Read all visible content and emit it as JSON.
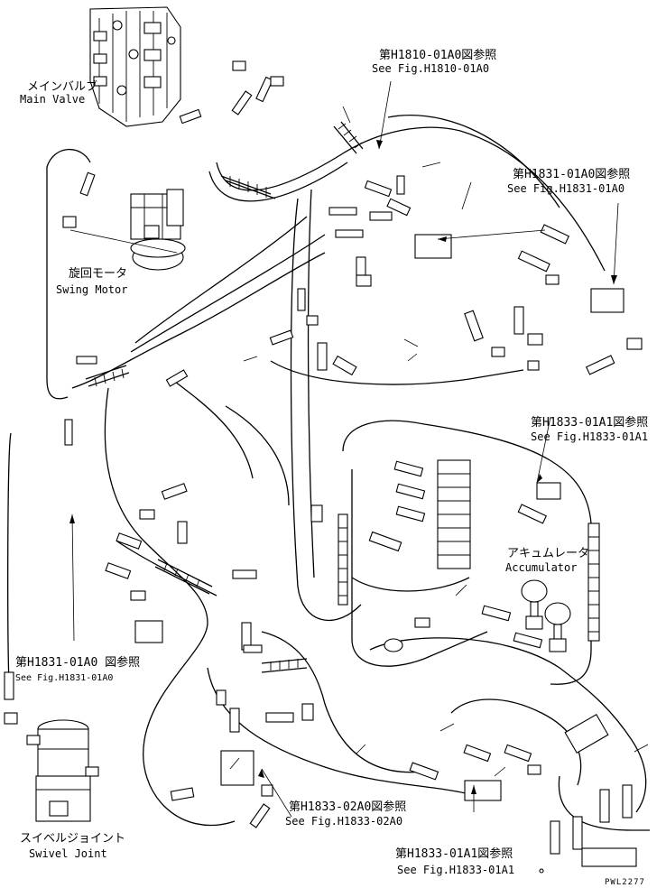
{
  "diagram": {
    "labels": {
      "main_valve_jp": "メインバルブ",
      "main_valve_en": "Main Valve",
      "swing_motor_jp": "旋回モータ",
      "swing_motor_en": "Swing Motor",
      "accumulator_jp": "アキュムレータ",
      "accumulator_en": "Accumulator",
      "swivel_joint_jp": "スイベルジョイント",
      "swivel_joint_en": "Swivel Joint"
    },
    "references": [
      {
        "jp": "第H1810-01A0図参照",
        "en": "See Fig.H1810-01A0"
      },
      {
        "jp": "第H1831-01A0図参照",
        "en": "See Fig.H1831-01A0"
      },
      {
        "jp": "第H1833-01A1図参照",
        "en": "See Fig.H1833-01A1"
      },
      {
        "jp": "第H1831-01A0 図参照",
        "en": "See Fig.H1831-01A0"
      },
      {
        "jp": "第H1833-02A0図参照",
        "en": "See Fig.H1833-02A0"
      },
      {
        "jp": "第H1833-01A1図参照",
        "en": "See Fig.H1833-01A1"
      }
    ],
    "drawing_code": "PWL2277"
  }
}
